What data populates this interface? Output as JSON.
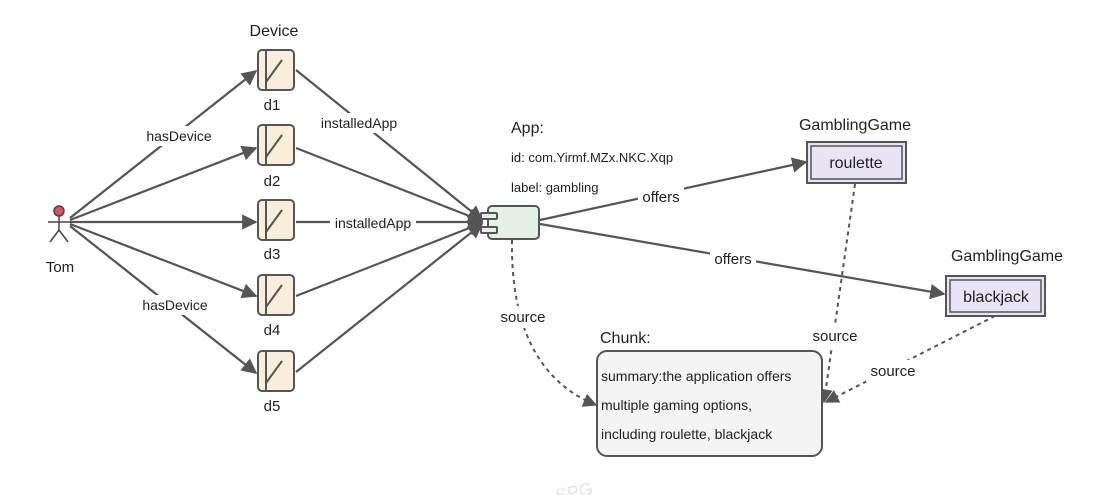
{
  "person": {
    "name": "Tom",
    "icon": "person-icon"
  },
  "devices": {
    "header": "Device",
    "items": [
      "d1",
      "d2",
      "d3",
      "d4",
      "d5"
    ],
    "icon": "device-icon"
  },
  "app": {
    "header": "App:",
    "id_line": "id: com.Yirmf.MZx.NKC.Xqp",
    "label_line": "label: gambling",
    "icon": "component-icon"
  },
  "games": [
    {
      "header": "GamblingGame",
      "name": "roulette"
    },
    {
      "header": "GamblingGame",
      "name": "blackjack"
    }
  ],
  "chunk": {
    "header": "Chunk:",
    "lines": [
      "summary:the application offers",
      "multiple gaming options,",
      "including roulette, blackjack"
    ]
  },
  "edge_labels": {
    "has_device_top": "hasDevice",
    "has_device_bottom": "hasDevice",
    "installed_app_top": "installedApp",
    "installed_app_mid": "installedApp",
    "offers_1": "offers",
    "offers_2": "offers",
    "source_app": "source",
    "source_roulette": "source",
    "source_blackjack": "source"
  },
  "watermark": "SPG",
  "colors": {
    "device_fill": "#f8eed9",
    "app_fill": "#e3f2e3",
    "game_fill": "#e9e3f6",
    "chunk_fill": "#f3f4f3",
    "edge": "#555555",
    "person_head": "#e05060"
  }
}
